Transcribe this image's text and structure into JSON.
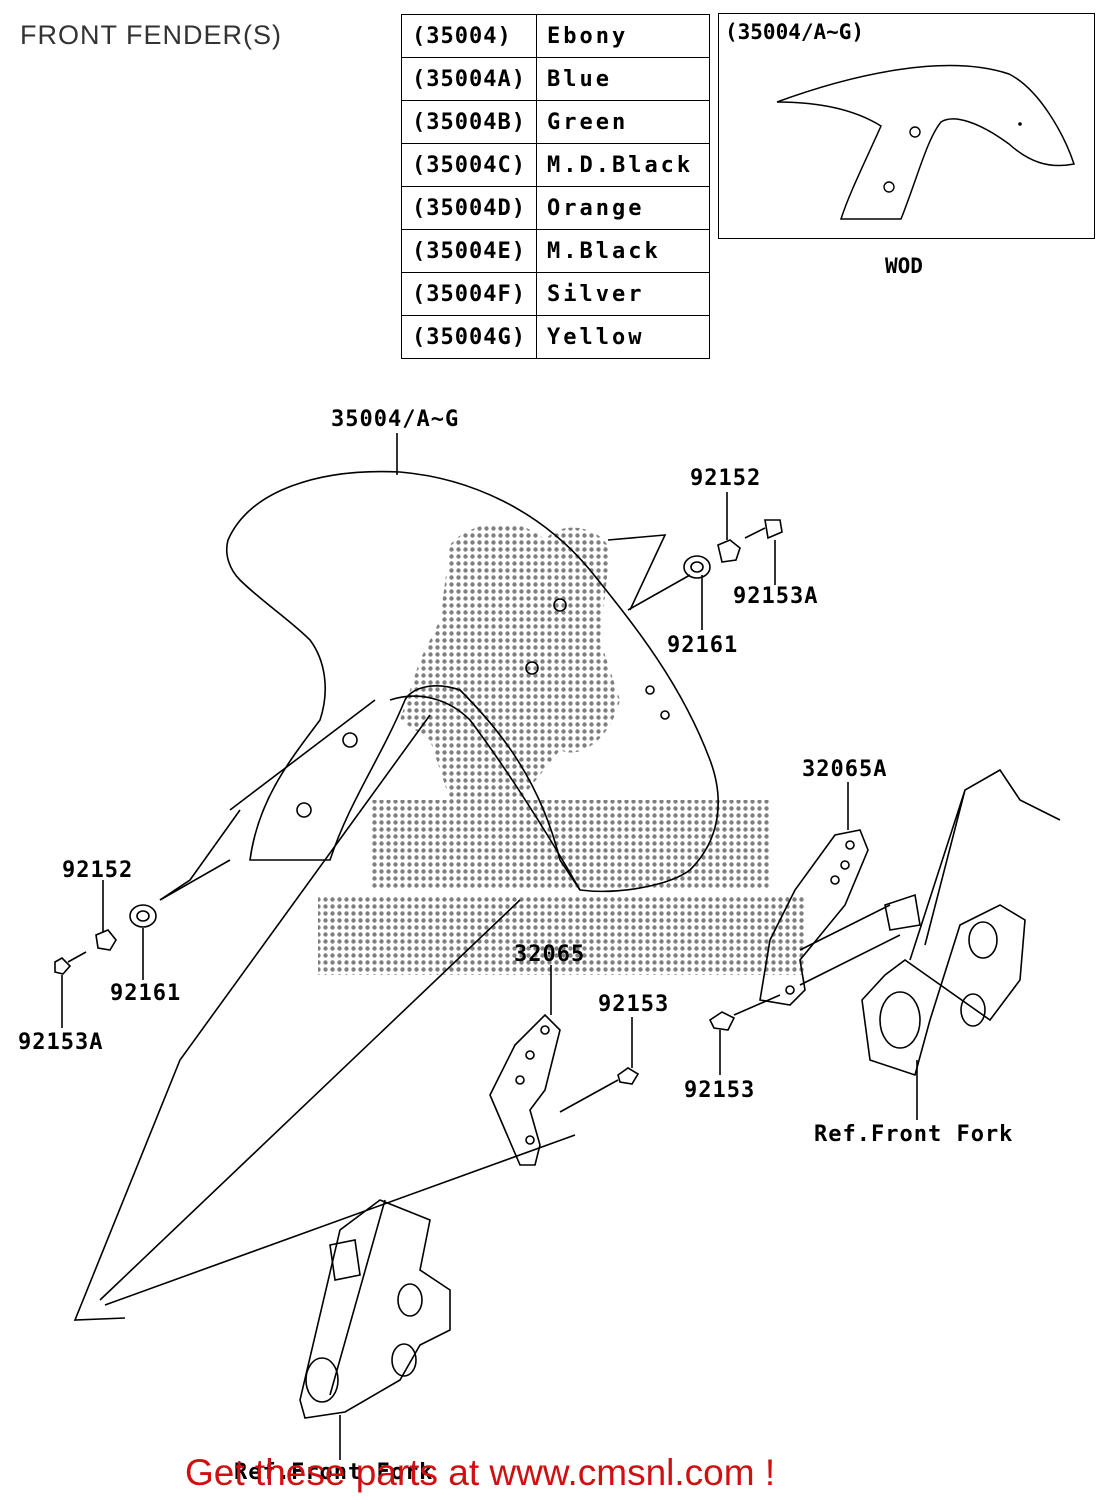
{
  "page_title": "FRONT FENDER(S)",
  "color_table": [
    {
      "code": "(35004)",
      "color": "Ebony"
    },
    {
      "code": "(35004A)",
      "color": "Blue"
    },
    {
      "code": "(35004B)",
      "color": "Green"
    },
    {
      "code": "(35004C)",
      "color": "M.D.Black"
    },
    {
      "code": "(35004D)",
      "color": "Orange"
    },
    {
      "code": "(35004E)",
      "color": "M.Black"
    },
    {
      "code": "(35004F)",
      "color": "Silver"
    },
    {
      "code": "(35004G)",
      "color": "Yellow"
    }
  ],
  "inset": {
    "label": "(35004/A~G)",
    "caption": "WOD"
  },
  "callouts": {
    "fender": "35004/A~G",
    "washer_top": "92152",
    "bolt_top": "92153A",
    "grommet_top": "92161",
    "bracket_right": "32065A",
    "washer_left": "92152",
    "grommet_left": "92161",
    "bolt_left": "92153A",
    "bracket_left": "32065",
    "bolt_center": "92153",
    "bolt_right": "92153",
    "ref_fork_right": "Ref.Front Fork",
    "ref_fork_left": "Ref.Front Fork"
  },
  "banner": "Get these parts at www.cmsnl.com !",
  "colors": {
    "line": "#000000",
    "banner": "#d01010",
    "watermark": "#555555"
  }
}
